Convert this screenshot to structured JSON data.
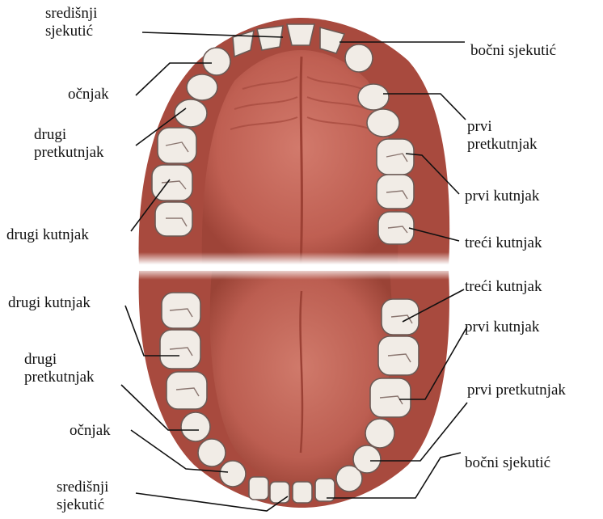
{
  "labels": {
    "upper_central_incisor": [
      "središnji",
      "sjekutić"
    ],
    "upper_lateral_incisor": "bočni sjekutić",
    "upper_canine": "očnjak",
    "upper_first_premolar": [
      "prvi",
      "pretkutnjak"
    ],
    "upper_second_premolar": [
      "drugi",
      "pretkutnjak"
    ],
    "upper_first_molar": "prvi kutnjak",
    "upper_second_molar": "drugi kutnjak",
    "upper_third_molar": "treći kutnjak",
    "lower_third_molar": "treći kutnjak",
    "lower_second_molar": "drugi kutnjak",
    "lower_first_molar": "prvi kutnjak",
    "lower_second_premolar": [
      "drugi",
      "pretkutnjak"
    ],
    "lower_first_premolar": "prvi pretkutnjak",
    "lower_canine": "očnjak",
    "lower_lateral_incisor": "bočni sjekutić",
    "lower_central_incisor": [
      "središnji",
      "sjekutić"
    ]
  },
  "colors": {
    "gum": "#b5574a",
    "palate": "#c4665a",
    "tongue": "#c06558",
    "tooth": "#f1ece6",
    "line": "#111111"
  }
}
